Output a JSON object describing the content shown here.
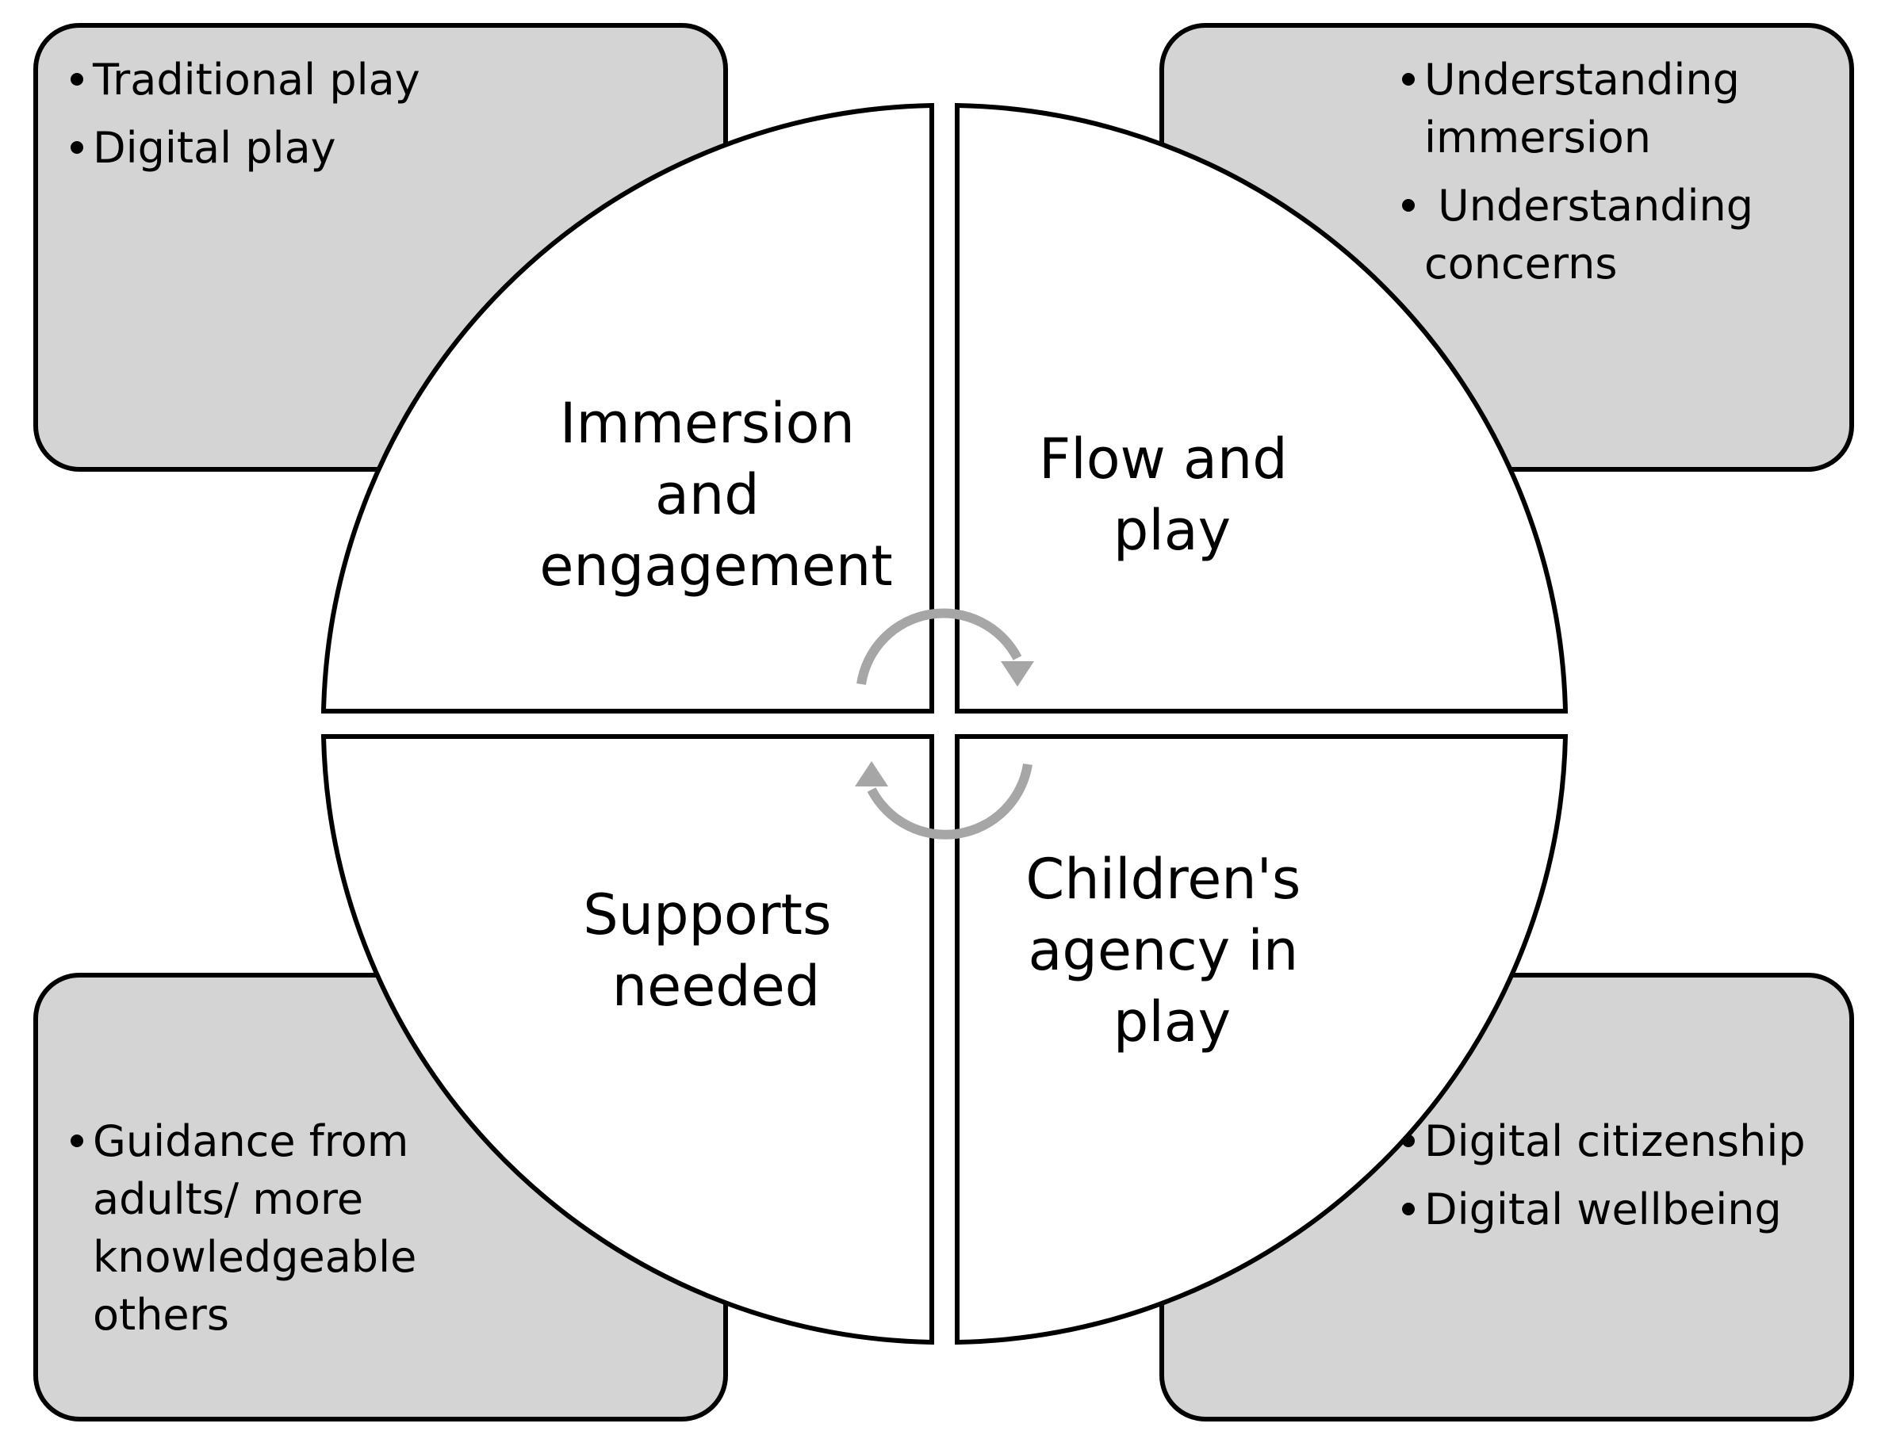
{
  "quadrants": {
    "top_left": {
      "title_lines": [
        "Immersion",
        "and",
        "engagement"
      ]
    },
    "top_right": {
      "title_lines": [
        "Flow and",
        "play"
      ]
    },
    "bottom_left": {
      "title_lines": [
        "Supports",
        "needed"
      ]
    },
    "bottom_right": {
      "title_lines": [
        "Children's",
        "agency in",
        "play"
      ]
    }
  },
  "boxes": {
    "top_left": {
      "bullets": [
        {
          "lines": [
            "Traditional play"
          ]
        },
        {
          "lines": [
            "Digital play"
          ]
        }
      ]
    },
    "top_right": {
      "bullets": [
        {
          "lines": [
            "Understanding",
            "immersion"
          ]
        },
        {
          "lines": [
            " Understanding",
            "concerns"
          ]
        }
      ]
    },
    "bottom_left": {
      "bullets": [
        {
          "lines": [
            "Guidance from",
            "adults/ more",
            "knowledgeable",
            "others"
          ]
        }
      ]
    },
    "bottom_right": {
      "bullets": [
        {
          "lines": [
            "Digital citizenship"
          ]
        },
        {
          "lines": [
            "Digital wellbeing"
          ]
        }
      ]
    }
  },
  "colors": {
    "box_fill": "#d4d4d4",
    "quadrant_fill": "#ffffff",
    "outline": "#000000",
    "cycle_arrows": "#a6a6a6"
  },
  "icons": [
    "cycle-arrow-top-icon",
    "cycle-arrow-bottom-icon"
  ]
}
